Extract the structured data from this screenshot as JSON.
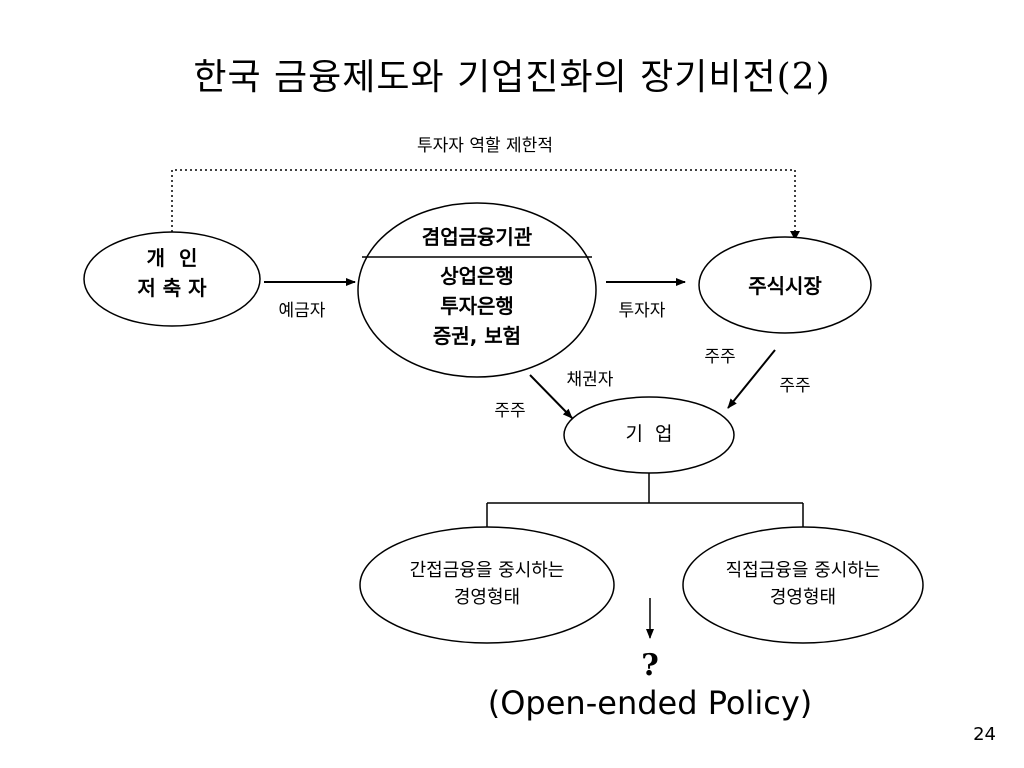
{
  "title": "한국 금융제도와 기업진화의 장기비전(2)",
  "nodes": {
    "individual": {
      "line1": "개  인",
      "line2": "저 축 자"
    },
    "institution": {
      "header": "겸업금융기관",
      "line1": "상업은행",
      "line2": "투자은행",
      "line3": "증권, 보험"
    },
    "stock_market": {
      "label": "주식시장"
    },
    "company": {
      "label": "기  업"
    },
    "indirect": {
      "line1": "간접금융을 중시하는",
      "line2": "경영형태"
    },
    "direct": {
      "line1": "직접금융을 중시하는",
      "line2": "경영형태"
    }
  },
  "edge_labels": {
    "dotted_top": "투자자 역할 제한적",
    "depositor": "예금자",
    "investor": "투자자",
    "creditor": "채권자",
    "shareholder_left": "주주",
    "shareholder_right_top": "주주",
    "shareholder_right": "주주"
  },
  "question_mark": "?",
  "policy": "(Open-ended Policy)",
  "page_number": "24"
}
